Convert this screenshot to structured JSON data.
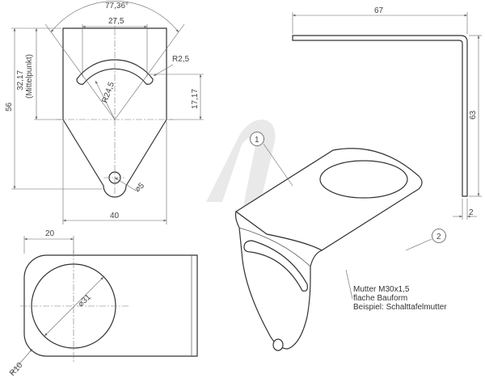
{
  "top_view": {
    "angle": "77,36°",
    "slot_span": "27,5",
    "slot_end_radius": "R2,5",
    "arc_radius": "R24,5",
    "height_total": "56",
    "mittelpunkt_value": "32,17",
    "mittelpunkt_label": "(Mittelpunkt)",
    "offset": "17,17",
    "hole_diameter": "⌀5",
    "width": "40"
  },
  "side_view": {
    "length": "67",
    "height": "63",
    "thickness": "2"
  },
  "bottom_view": {
    "offset": "20",
    "hole_diameter": "⌀31",
    "corner_radius": "R10"
  },
  "callouts": {
    "one": "1",
    "two": "2"
  },
  "note": {
    "line1": "Mutter M30x1,5",
    "line2": "flache Bauform",
    "line3": "Beispiel: Schalttafelmutter"
  },
  "colors": {
    "outline": "#333333",
    "dimension": "#666666",
    "background": "#ffffff"
  }
}
